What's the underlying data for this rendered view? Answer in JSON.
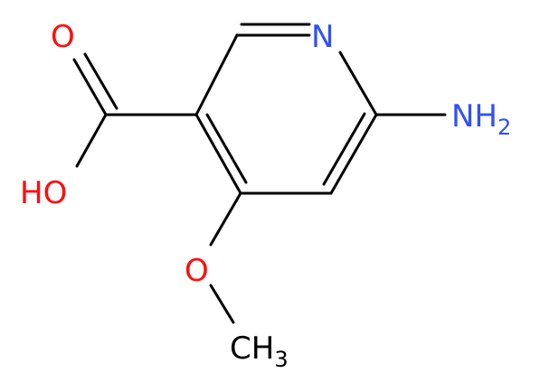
{
  "molecule": {
    "atoms": {
      "ring_nitrogen": {
        "label": "N",
        "color": "#3050F8"
      },
      "amino": {
        "label": "NH",
        "sub": "2",
        "color": "#3050F8"
      },
      "carbonyl_oxygen": {
        "label": "O",
        "color": "#FF0D0D"
      },
      "hydroxyl": {
        "label": "HO",
        "color": "#FF0D0D"
      },
      "ether_oxygen": {
        "label": "O",
        "color": "#FF0D0D"
      },
      "methyl": {
        "label": "CH",
        "sub": "3",
        "color": "#000000"
      }
    },
    "bond_color": "#000000"
  }
}
